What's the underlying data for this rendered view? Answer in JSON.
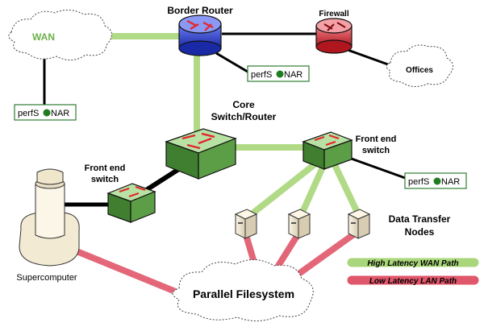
{
  "labels": {
    "wan": "WAN",
    "border_router": "Border Router",
    "firewall": "Firewall",
    "offices": "Offices",
    "core_line1": "Core",
    "core_line2": "Switch/Router",
    "front_end_left_line1": "Front end",
    "front_end_left_line2": "switch",
    "front_end_right_line1": "Front end",
    "front_end_right_line2": "switch",
    "dtn_line1": "Data Transfer",
    "dtn_line2": "Nodes",
    "supercomputer": "Supercomputer",
    "filesystem": "Parallel Filesystem",
    "perfsonar_prefix": "perfS",
    "perfsonar_suffix": "NAR"
  },
  "legend": {
    "high_latency": "High Latency WAN Path",
    "low_latency": "Low Latency LAN Path"
  },
  "colors": {
    "wan_path": "#a9d67a",
    "lan_path": "#e0566a",
    "switch_green": "#4e9a3c",
    "router_blue": "#2e3fd1",
    "firewall_red": "#d9272e",
    "arrow_red": "#e3262b",
    "perfsonar_dot": "#1e7d1e"
  }
}
